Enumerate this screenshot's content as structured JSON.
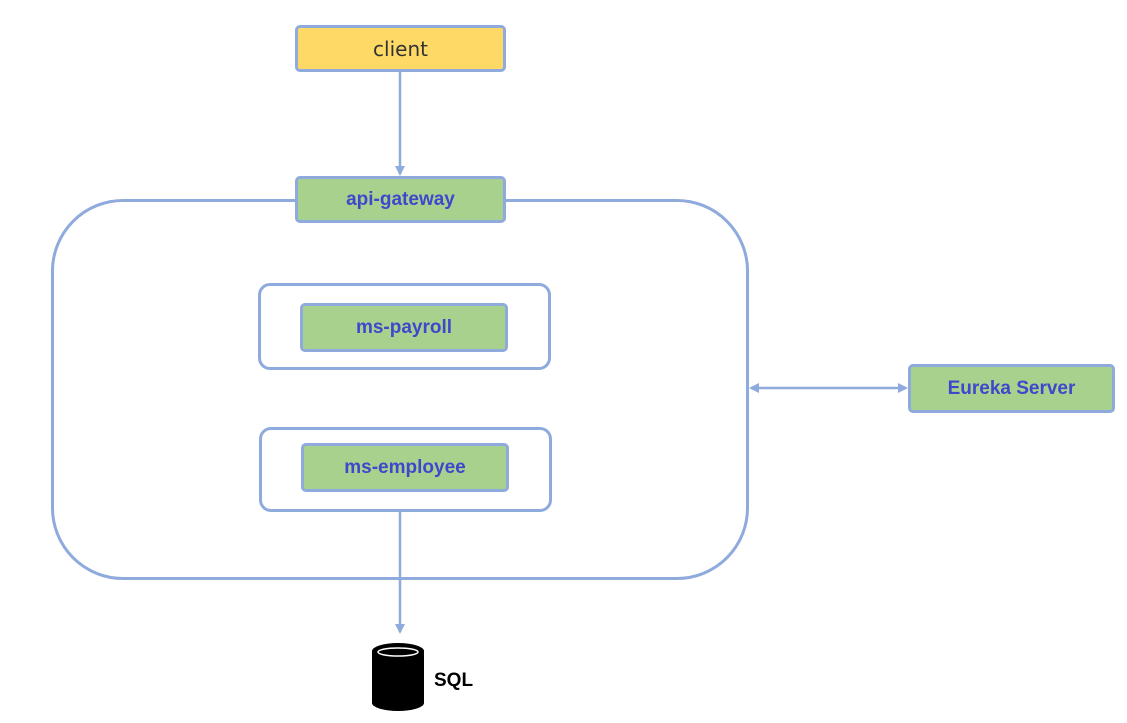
{
  "diagram": {
    "nodes": {
      "client": "client",
      "api_gateway": "api-gateway",
      "ms_payroll": "ms-payroll",
      "ms_employee": "ms-employee",
      "eureka_server": "Eureka Server",
      "database": "SQL"
    },
    "edges": [
      {
        "from": "client",
        "to": "api-gateway",
        "direction": "one-way"
      },
      {
        "from": "service-cluster",
        "to": "Eureka Server",
        "direction": "two-way"
      },
      {
        "from": "ms-employee",
        "to": "SQL",
        "direction": "one-way"
      }
    ],
    "colors": {
      "border": "#8faadc",
      "client_fill": "#ffd966",
      "service_fill": "#a9d18e",
      "service_text": "#3f48cc",
      "database_fill": "#000000"
    }
  }
}
